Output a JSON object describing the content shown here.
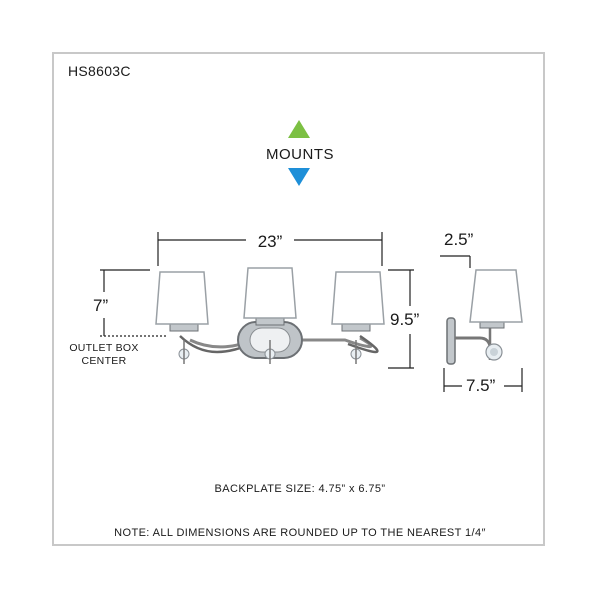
{
  "product": {
    "model": "HS8603C"
  },
  "mounts": {
    "label": "MOUNTS",
    "up_color": "#7cc043",
    "down_color": "#1e8fd8"
  },
  "dimensions": {
    "width": "23”",
    "to_outlet": "7”",
    "overall_height": "9.5”",
    "side_top": "2.5”",
    "side_depth": "7.5”"
  },
  "outlet_label": {
    "line1": "OUTLET BOX",
    "line2": "CENTER"
  },
  "backplate": "BACKPLATE SIZE: 4.75” x 6.75”",
  "note": "NOTE:  ALL DIMENSIONS ARE ROUNDED UP TO THE NEAREST  1/4″"
}
